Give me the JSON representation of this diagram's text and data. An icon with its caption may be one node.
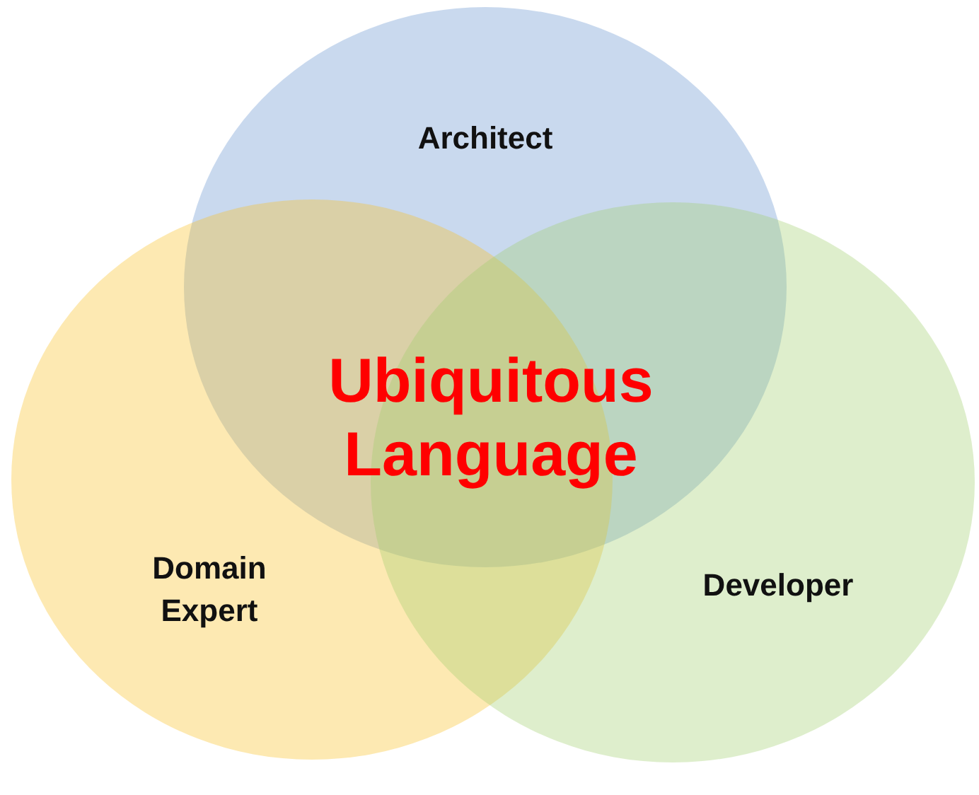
{
  "diagram": {
    "nodes": [
      {
        "text": [
          "Architect"
        ]
      },
      {
        "text": [
          "Domain Expert"
        ]
      },
      {
        "text": [
          "Developer"
        ]
      }
    ],
    "labels": [
      "Ubiquitous Language"
    ]
  }
}
